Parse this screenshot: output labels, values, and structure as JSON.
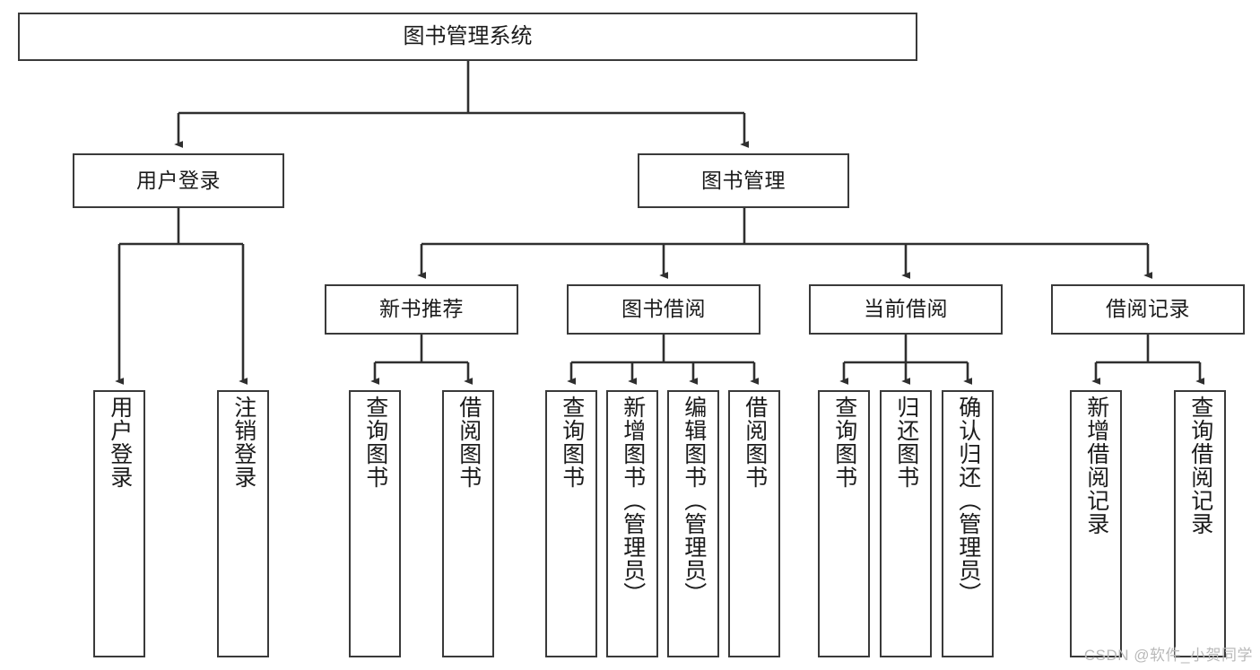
{
  "diagram": {
    "title": "图书管理系统",
    "watermark": "CSDN @软件_小贺同学",
    "line_color": "#2f2f2f",
    "box_border_color": "#3a3a3a",
    "text_color": "#1b1b1b",
    "background": "#ffffff",
    "levels": {
      "root": {
        "label": "图书管理系统"
      },
      "level2": [
        {
          "label": "用户登录"
        },
        {
          "label": "图书管理"
        }
      ],
      "level3": [
        {
          "label": "新书推荐"
        },
        {
          "label": "图书借阅"
        },
        {
          "label": "当前借阅"
        },
        {
          "label": "借阅记录"
        }
      ],
      "leaves": {
        "user_login": [
          {
            "label": "用户登录"
          },
          {
            "label": "注销登录"
          }
        ],
        "new_book": [
          {
            "label": "查询图书"
          },
          {
            "label": "借阅图书"
          }
        ],
        "borrow": [
          {
            "label": "查询图书"
          },
          {
            "label": "新增图书（管理员）"
          },
          {
            "label": "编辑图书（管理员）"
          },
          {
            "label": "借阅图书"
          }
        ],
        "current": [
          {
            "label": "查询图书"
          },
          {
            "label": "归还图书"
          },
          {
            "label": "确认归还（管理员）"
          }
        ],
        "records": [
          {
            "label": "新增借阅记录"
          },
          {
            "label": "查询借阅记录"
          }
        ]
      }
    }
  }
}
